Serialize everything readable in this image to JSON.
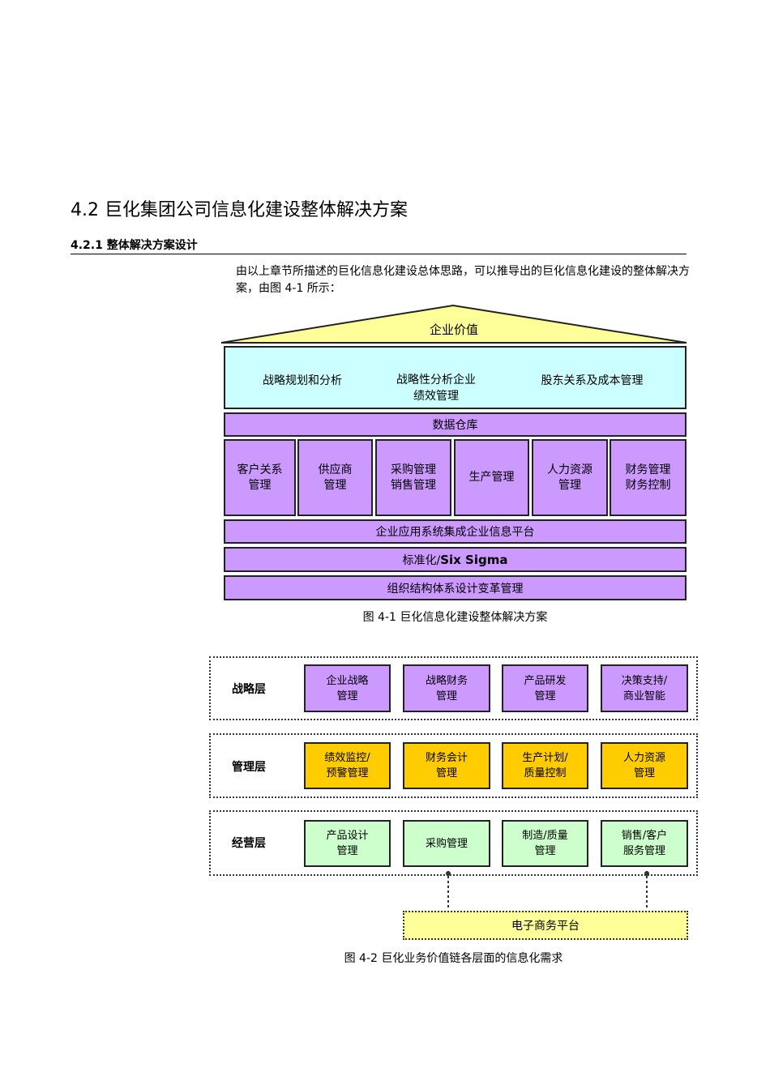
{
  "section": {
    "title": "4.2 巨化集团公司信息化建设整体解决方案"
  },
  "subsection": {
    "title": "4.2.1 整体解决方案设计"
  },
  "intro": {
    "text": "由以上章节所描述的巨化信息化建设总体思路，可以推导出的巨化信息化建设的整体解决方案，由图 4-1 所示："
  },
  "figure1": {
    "roof": "企业价值",
    "top_items": [
      "战略规划和分析",
      "战略性分析企业\n绩效管理",
      "股东关系及成本管理"
    ],
    "warehouse": "数据仓库",
    "columns": [
      "客户关系\n管理",
      "供应商\n管理",
      "采购管理\n销售管理",
      "生产管理",
      "人力资源\n管理",
      "财务管理\n财务控制"
    ],
    "platform": "企业应用系统集成企业信息平台",
    "standard_prefix": "标准化/",
    "standard_bold": "Six Sigma",
    "org": "组织结构体系设计变革管理",
    "caption": "图 4-1 巨化信息化建设整体解决方案"
  },
  "figure2": {
    "layers": [
      {
        "label": "战略层",
        "cells": [
          "企业战略\n管理",
          "战略财务\n管理",
          "产品研发\n管理",
          "决策支持/\n商业智能"
        ]
      },
      {
        "label": "管理层",
        "cells": [
          "绩效监控/\n预警管理",
          "财务会计\n管理",
          "生产计划/\n质量控制",
          "人力资源\n管理"
        ]
      },
      {
        "label": "经营层",
        "cells": [
          "产品设计\n管理",
          "采购管理",
          "制造/质量\n管理",
          "销售/客户\n服务管理"
        ]
      }
    ],
    "platform": "电子商务平台",
    "caption": "图 4-2 巨化业务价值链各层面的信息化需求"
  },
  "colors": {
    "cyan": "#ccffff",
    "purple": "#cc99ff",
    "roof": "#ffff99",
    "orange": "#ffcc00",
    "green": "#ccffcc",
    "platform": "#ffff99"
  }
}
